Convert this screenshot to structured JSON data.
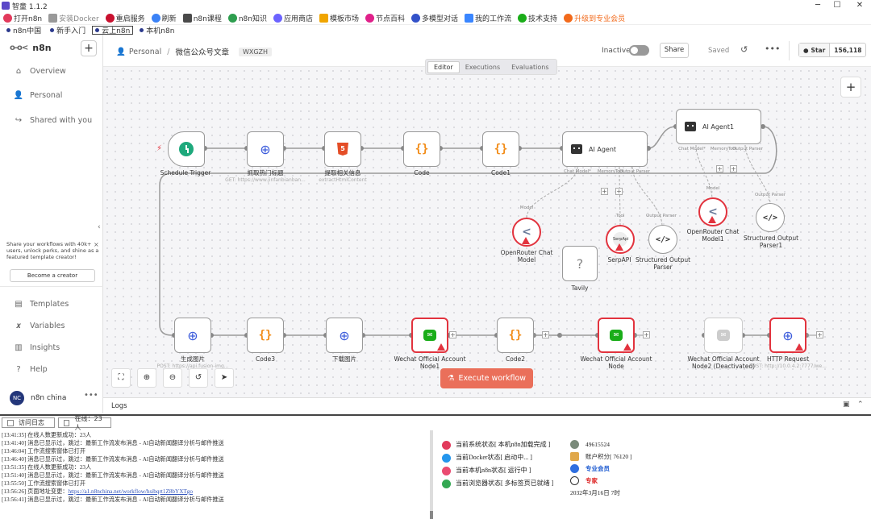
{
  "window": {
    "title": "智童 1.1.2",
    "minimize": "─",
    "maximize": "☐",
    "close": "✕"
  },
  "toolbar": [
    {
      "label": "打开n8n",
      "icon": "n8n-logo-icon",
      "color": "#e23a5c"
    },
    {
      "label": "安装Docker",
      "icon": "docker-icon",
      "color": "#999999",
      "muted": true
    },
    {
      "label": "重启服务",
      "icon": "power-icon",
      "color": "#c8102e"
    },
    {
      "label": "刷新",
      "icon": "refresh-icon",
      "color": "#3b82f6"
    },
    {
      "label": "n8n课程",
      "icon": "course-icon",
      "color": "#4a4a4a"
    },
    {
      "label": "n8n知识",
      "icon": "book-icon",
      "color": "#2e9e4f"
    },
    {
      "label": "应用商店",
      "icon": "store-icon",
      "color": "#6c63ff"
    },
    {
      "label": "模板市场",
      "icon": "template-icon",
      "color": "#f0a500"
    },
    {
      "label": "节点百科",
      "icon": "nodes-icon",
      "color": "#e0218a"
    },
    {
      "label": "多模型对话",
      "icon": "ai-chat-icon",
      "color": "#3352c9"
    },
    {
      "label": "我的工作流",
      "icon": "workflow-icon",
      "color": "#3a86ff"
    },
    {
      "label": "技术支持",
      "icon": "support-icon",
      "color": "#1aad19"
    },
    {
      "label": "升级到专业会员",
      "icon": "upgrade-icon",
      "color": "#f26a1b",
      "orange": true
    }
  ],
  "tabs": [
    {
      "label": "n8n中国",
      "active": false
    },
    {
      "label": "新手入门",
      "active": false
    },
    {
      "label": "云上n8n",
      "active": true
    },
    {
      "label": "本机n8n",
      "active": false
    }
  ],
  "sidebar": {
    "brand": "n8n",
    "add": "+",
    "items": [
      {
        "label": "Overview",
        "icon": "home-icon",
        "glyph": "⌂"
      },
      {
        "label": "Personal",
        "icon": "user-icon",
        "glyph": "👤"
      },
      {
        "label": "Shared with you",
        "icon": "share-icon",
        "glyph": "↪"
      }
    ],
    "promo": "Share your workflows with 40k+ users, unlock perks, and shine as a featured template creator!",
    "promo_close": "×",
    "creator_button": "Become a creator",
    "bottom_items": [
      {
        "label": "Templates",
        "icon": "templates-icon",
        "glyph": "▤"
      },
      {
        "label": "Variables",
        "icon": "variables-icon",
        "glyph": "𝒙"
      },
      {
        "label": "Insights",
        "icon": "insights-icon",
        "glyph": "▥"
      },
      {
        "label": "Help",
        "icon": "help-icon",
        "glyph": "?"
      }
    ],
    "user": {
      "initials": "NC",
      "name": "n8n china",
      "more": "•••"
    }
  },
  "header": {
    "crumb_root": "Personal",
    "crumb_sep": "/",
    "workflow_name": "微信公众号文章",
    "tag": "WXGZH",
    "inactive": "Inactive",
    "share": "Share",
    "saved": "Saved",
    "github_star": "Star",
    "github_count": "156,118"
  },
  "editor_tabs": [
    {
      "label": "Editor",
      "active": true
    },
    {
      "label": "Executions",
      "active": false
    },
    {
      "label": "Evaluations",
      "active": false
    }
  ],
  "nodes": {
    "schedule": {
      "label": "Schedule Trigger"
    },
    "fetch_hot": {
      "label": "抓取热门标题",
      "sub": "GET: https://www.jinfanbianban..."
    },
    "fetch_info": {
      "label": "提取相关信息",
      "sub": "extractHtmlContent"
    },
    "code": {
      "label": "Code"
    },
    "code1": {
      "label": "Code1"
    },
    "ai_agent": {
      "label": "AI Agent",
      "ports": [
        "Chat Model*",
        "Memory",
        "Tool",
        "Output Parser"
      ]
    },
    "ai_agent1": {
      "label": "AI Agent1",
      "ports": [
        "Chat Model*",
        "Memory",
        "Tool",
        "Output Parser"
      ]
    },
    "openrouter": {
      "label": "OpenRouter Chat Model",
      "port": "Model"
    },
    "serpapi": {
      "label": "SerpAPI",
      "port": "Tool"
    },
    "parser": {
      "label": "Structured Output Parser",
      "port": "Output Parser"
    },
    "tavily": {
      "label": "Tavily"
    },
    "openrouter1": {
      "label": "OpenRouter Chat Model1",
      "port": "Model"
    },
    "parser1": {
      "label": "Structured Output Parser1",
      "port": "Output Parser"
    },
    "gen_img": {
      "label": "生成图片",
      "sub": "POST: https://api.fusion-img..."
    },
    "code3": {
      "label": "Code3"
    },
    "dl_img": {
      "label": "下载图片"
    },
    "wechat1": {
      "label": "Wechat Official Account Node1"
    },
    "code2": {
      "label": "Code2"
    },
    "wechat": {
      "label": "Wechat Official Account Node"
    },
    "wechat2": {
      "label": "Wechat Official Account Node2 (Deactivated)"
    },
    "http": {
      "label": "HTTP Request",
      "sub": "POST: http://10.0.4.2:7777/we..."
    }
  },
  "execute": "Execute workflow",
  "logs": {
    "label": "Logs"
  },
  "bottom": {
    "tab_log": "访问日志",
    "tab_online": "在线：23人",
    "lines": [
      "[13:41:35] 在线人数更新成功：23人",
      "[13:41:40] 消息已显示过，跳过：最新工作流发布消息 - AI自动新闻翻译分析与邮件推送",
      "[13:46:04] 工作流搜索窗体已打开",
      "[13:46:40] 消息已显示过，跳过：最新工作流发布消息 - AI自动新闻翻译分析与邮件推送",
      "[13:51:35] 在线人数更新成功：23人",
      "[13:51:40] 消息已显示过，跳过：最新工作流发布消息 - AI自动新闻翻译分析与邮件推送",
      "[13:55:50] 工作流搜索窗体已打开",
      "[13:56:26] 页面地址变更：",
      "[13:56:41] 消息已显示过，跳过：最新工作流发布消息 - AI自动新闻翻译分析与邮件推送"
    ],
    "url": "https://a1.n8nchina.net/workflow/hsibqrt1Z8bYXTgo",
    "status": [
      {
        "label": "当前系统状态[ 本机n8n加载完成 ]",
        "icon": "system-icon",
        "color": "#e23a5c"
      },
      {
        "label": "当前Docker状态[ 启动中... ]",
        "icon": "docker-icon",
        "color": "#2496ed"
      },
      {
        "label": "当前本机n8n状态[ 运行中 ]",
        "icon": "n8n-icon",
        "color": "#ea4b71"
      },
      {
        "label": "当前浏览器状态[ 多标签页已就绪 ]",
        "icon": "chrome-icon",
        "color": "#34a853"
      }
    ],
    "account": {
      "id": "49615524",
      "points": "账户积分[ 76120 ]",
      "member": "专业会员",
      "level": "专家",
      "date": "2032年3月16日 7时"
    }
  }
}
